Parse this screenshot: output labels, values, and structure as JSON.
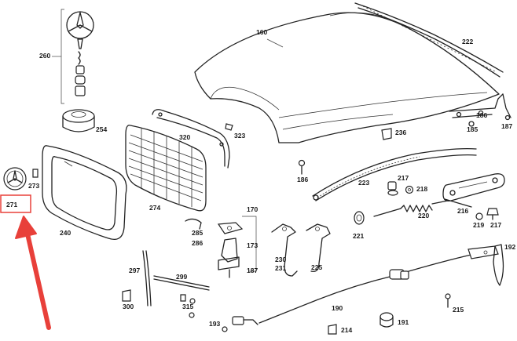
{
  "labels": {
    "l160": "160",
    "l222": "222",
    "l260": "260",
    "l254": "254",
    "l323": "323",
    "l320": "320",
    "l236": "236",
    "l186": "186",
    "l185": "185",
    "l187a": "187",
    "l271": "271",
    "l273": "273",
    "l240": "240",
    "l274": "274",
    "l186b": "186",
    "l223": "223",
    "l217": "217",
    "l218": "218",
    "l220": "220",
    "l216": "216",
    "l219": "219",
    "l217b": "217",
    "l221": "221",
    "l170": "170",
    "l285": "285",
    "l286": "286",
    "l173": "173",
    "l187": "187",
    "l230": "230",
    "l231": "231",
    "l225": "225",
    "l297": "297",
    "l299": "299",
    "l192": "192",
    "l300": "300",
    "l315": "315",
    "l190": "190",
    "l215": "215",
    "l193": "193",
    "l214": "214",
    "l191": "191"
  },
  "highlight": {
    "color": "#e8403a"
  }
}
